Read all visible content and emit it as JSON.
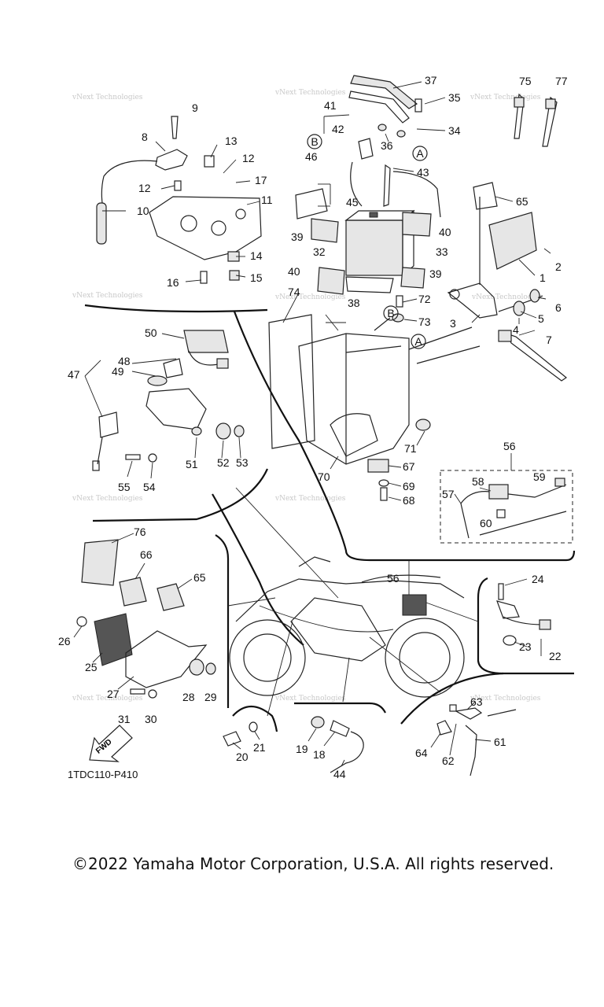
{
  "watermark": "vNext Technologies",
  "diagram_code": "1TDC110-P410",
  "copyright": "©2022 Yamaha Motor Corporation, U.S.A. All rights reserved.",
  "arrow_label": "FWD",
  "callouts": {
    "c1": "1",
    "c2": "2",
    "c3": "3",
    "c4": "4",
    "c5": "5",
    "c6": "6",
    "c7": "7",
    "c8": "8",
    "c9": "9",
    "c10": "10",
    "c11": "11",
    "c12a": "12",
    "c12b": "12",
    "c13": "13",
    "c14": "14",
    "c15": "15",
    "c16": "16",
    "c17": "17",
    "c18": "18",
    "c19": "19",
    "c20": "20",
    "c21": "21",
    "c22": "22",
    "c23": "23",
    "c24": "24",
    "c25": "25",
    "c26": "26",
    "c27": "27",
    "c28": "28",
    "c29": "29",
    "c30": "30",
    "c31": "31",
    "c32": "32",
    "c33": "33",
    "c34": "34",
    "c35": "35",
    "c36": "36",
    "c37": "37",
    "c38": "38",
    "c39a": "39",
    "c39b": "39",
    "c40a": "40",
    "c40b": "40",
    "c41": "41",
    "c42": "42",
    "c43": "43",
    "c44": "44",
    "c45": "45",
    "c46": "46",
    "c47": "47",
    "c48": "48",
    "c49": "49",
    "c50": "50",
    "c51": "51",
    "c52": "52",
    "c53": "53",
    "c54": "54",
    "c55": "55",
    "c56a": "56",
    "c56b": "56",
    "c57": "57",
    "c58": "58",
    "c59": "59",
    "c60": "60",
    "c61": "61",
    "c62": "62",
    "c63": "63",
    "c64": "64",
    "c65a": "65",
    "c65b": "65",
    "c66": "66",
    "c67": "67",
    "c68": "68",
    "c69": "69",
    "c70": "70",
    "c71": "71",
    "c72": "72",
    "c73": "73",
    "c74": "74",
    "c75": "75",
    "c76": "76",
    "c77": "77"
  },
  "ref_markers": {
    "a": "A",
    "b": "B"
  }
}
